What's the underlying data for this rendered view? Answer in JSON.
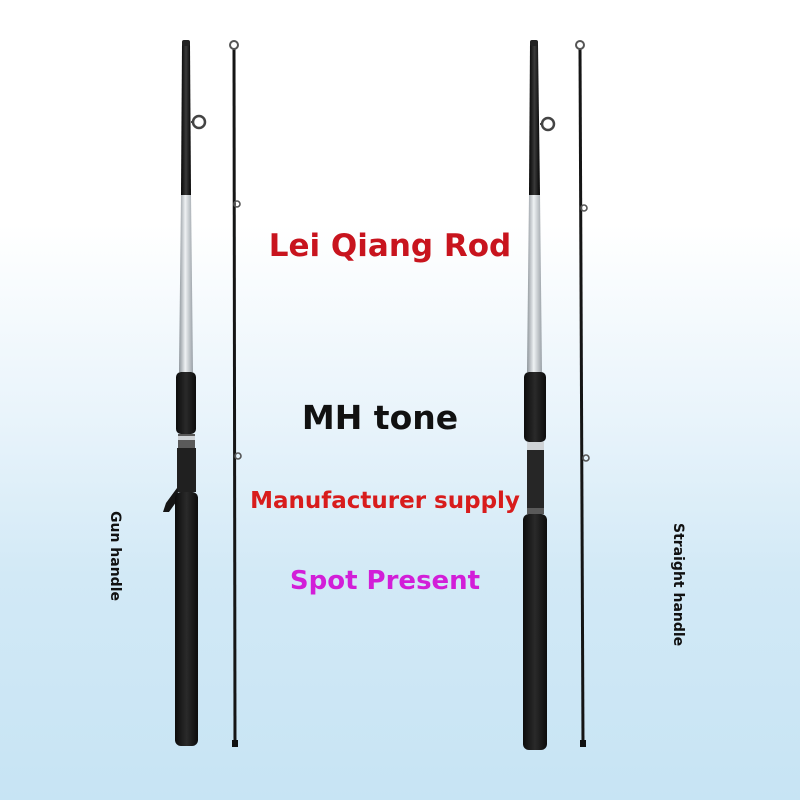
{
  "texts": {
    "title": "Lei Qiang Rod",
    "tone": "MH tone",
    "supply": "Manufacturer supply",
    "spot": "Spot Present",
    "gun_handle": "Gun handle",
    "straight_handle": "Straight handle"
  },
  "colors": {
    "title": "#c8141e",
    "tone": "#111111",
    "supply": "#d81c1c",
    "spot": "#d21ed8",
    "rod_black": "#141414",
    "rod_silver": "#c9ced3",
    "grip_foam": "#1c1c1c"
  }
}
